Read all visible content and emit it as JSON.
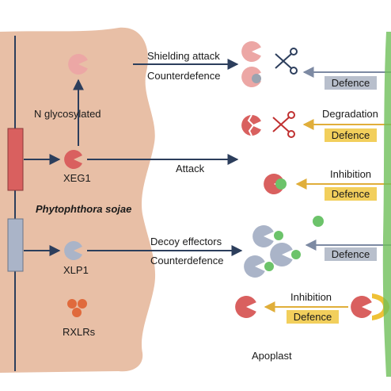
{
  "labels": {
    "n_glycosylated": "N glycosylated",
    "xeg1": "XEG1",
    "xlp1": "XLP1",
    "rxlrs": "RXLRs",
    "species": "Phytophthora sojae",
    "shielding_attack": "Shielding attack",
    "counterdefence_top": "Counterdefence",
    "attack": "Attack",
    "decoy_effectors": "Decoy effectors",
    "counterdefence_bottom": "Counterdefence",
    "degradation": "Degradation",
    "inhibition_1": "Inhibition",
    "inhibition_2": "Inhibition",
    "apoplast": "Apoplast"
  },
  "defence_boxes": [
    {
      "label": "Defence",
      "style": "gray"
    },
    {
      "label": "Defence",
      "style": "yellow"
    },
    {
      "label": "Defence",
      "style": "yellow"
    },
    {
      "label": "Defence",
      "style": "gray"
    },
    {
      "label": "Defence",
      "style": "yellow"
    }
  ],
  "colors": {
    "pathogen_body": "#e8bfa6",
    "xeg1_red": "#d9605f",
    "xeg1_pink": "#eca7a5",
    "xlp1_gray": "#aab4c8",
    "green_inhibitor": "#6cc36a",
    "rxlr_orange": "#e06a3c",
    "arrow_navy": "#2c3e5c",
    "arrow_yellow": "#e8b84a",
    "plant_green": "#6fbf5a"
  },
  "icons": [
    "scissors-icon-gray",
    "scissors-icon-red",
    "plant-receptor-icon"
  ]
}
